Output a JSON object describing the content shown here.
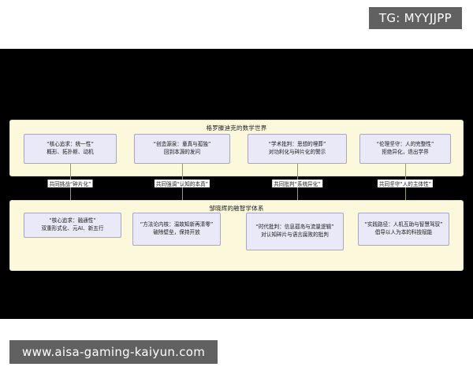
{
  "watermarks": {
    "telegram": "TG: MYYJJPP",
    "url": "www.aisa-gaming-kaiyun.com"
  },
  "diagram": {
    "type": "flowchart",
    "orientation": "top-down",
    "panels": [
      {
        "id": "grothendieck",
        "title": "格罗滕迪克的数学世界",
        "nodes": [
          {
            "id": "g1",
            "line1": "“核心追求：统一性”",
            "line2": "概形、拓扑斯、动机"
          },
          {
            "id": "g2",
            "line1": "“创造源泉：童真与孤独”",
            "line2": "回到本源的发问"
          },
          {
            "id": "g3",
            "line1": "“学术批判：思想的埋葬”",
            "line2": "对功利化与碎片化的警示"
          },
          {
            "id": "g4",
            "line1": "“伦理坚守：人的完整性”",
            "line2": "拒绝异化，退出学界"
          }
        ]
      },
      {
        "id": "zouxiaohui",
        "title": "邹晓辉的融智学体系",
        "nodes": [
          {
            "id": "z1",
            "line1": "“核心追求：融通性”",
            "line2": "双重形式化、元AI、新五行"
          },
          {
            "id": "z2",
            "line1": "“方法论内核：温故知新再清零”",
            "line2": "破除壁垒，保持开放"
          },
          {
            "id": "z3",
            "line1": "“时代批判：信息孤岛与流量逻辑”",
            "line2": "对认知碎片与语言腐败的批判"
          },
          {
            "id": "z4",
            "line1": "“实践路径：人机互助与智慧驾驭”",
            "line2": "倡导以人为本的科技赋能"
          }
        ]
      }
    ],
    "edges": [
      {
        "from": "g1",
        "to": "z1",
        "label": "共同挑战“碎片化”"
      },
      {
        "from": "g2",
        "to": "z2",
        "label": "共同强调“认知的本真”"
      },
      {
        "from": "g3",
        "to": "z3",
        "label": "共同批判“系统异化”"
      },
      {
        "from": "g4",
        "to": "z4",
        "label": "共同坚守“人的主体性”"
      }
    ],
    "colors": {
      "panel_fill": "#fbf8dc",
      "panel_border": "#e3e0bf",
      "node_fill": "#e9e9f7",
      "node_border": "#a6a6c8",
      "edge": "#9a9a6e",
      "letterbox": "#000000",
      "watermark_bg": "#616161"
    }
  }
}
